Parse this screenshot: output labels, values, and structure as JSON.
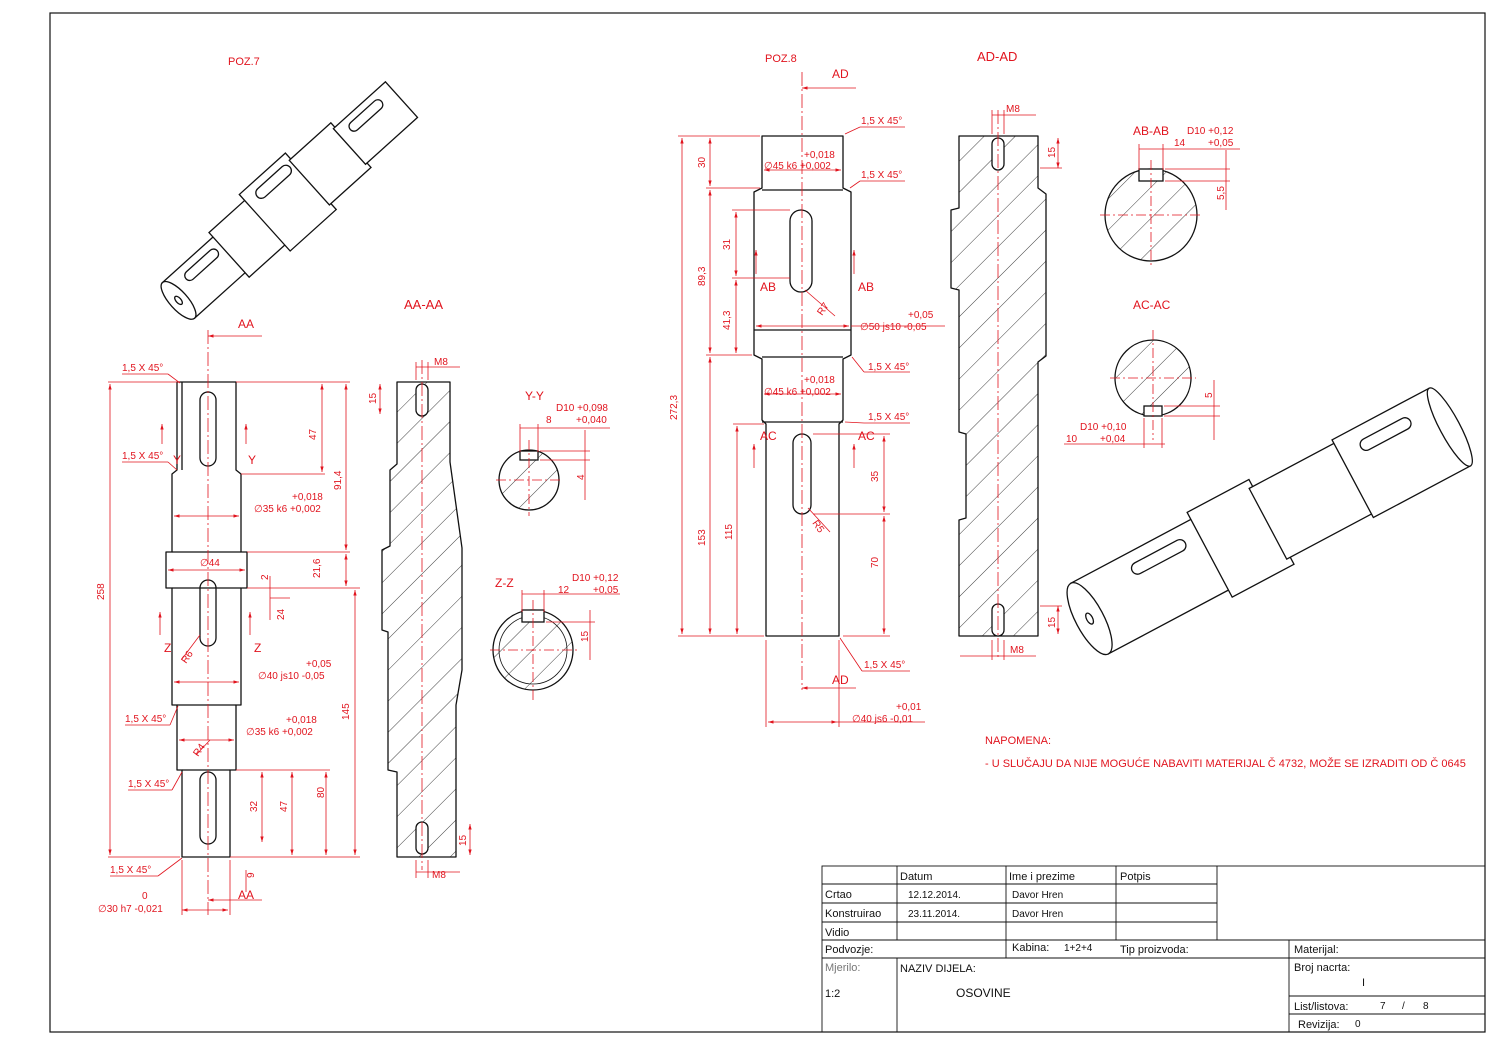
{
  "colors": {
    "outline": "#111111",
    "dimension": "#e1141e",
    "paper": "#ffffff"
  },
  "labels": {
    "poz7": "POZ.7",
    "poz8": "POZ.8",
    "aa_aa": "AA-AA",
    "ad_ad": "AD-AD",
    "ab_ab": "AB-AB",
    "ac_ac": "AC-AC",
    "y_y": "Y-Y",
    "z_z": "Z-Z",
    "aa": "AA",
    "ab": "AB",
    "ac": "AC",
    "ad": "AD",
    "y": "Y",
    "z": "Z"
  },
  "dims7": {
    "chamfer": "1,5 X 45°",
    "d47": "47",
    "d914": "91,4",
    "tol018": "+0,018",
    "d35k6": "∅35 k6 +0,002",
    "d44": "∅44",
    "d216": "21,6",
    "d2": "2",
    "d24": "24",
    "d258": "258",
    "r6": "R6",
    "tol05": "+0,05",
    "d40js10": "∅40 js10  -0,05",
    "d145": "145",
    "r4": "R4",
    "d32": "32",
    "d80": "80",
    "d9": "9",
    "zero": "0",
    "d30h7": "∅30 h7 -0,021"
  },
  "dimsAA": {
    "m8": "M8",
    "d15": "15"
  },
  "dimsYY": {
    "d10": "D10 +0,098",
    "tol040": "+0,040",
    "d8": "8",
    "d4": "4"
  },
  "dimsZZ": {
    "d10": "D10 +0,12",
    "tol05": "+0,05",
    "d12": "12",
    "d15": "15"
  },
  "dims8": {
    "chamfer": "1,5 X 45°",
    "d30": "30",
    "tol018": "+0,018",
    "d45k6": "∅45 k6 +0,002",
    "d31": "31",
    "d893": "89,3",
    "d413": "41,3",
    "r7": "R7",
    "tol05": "+0,05",
    "d50js10": "∅50 js10  -0,05",
    "d2723": "272,3",
    "d153": "153",
    "d115": "115",
    "d35": "35",
    "r5": "R5",
    "d70": "70",
    "tol01": "+0,01",
    "d40js6": "∅40 js6  -0,01"
  },
  "dimsAD": {
    "m8": "M8",
    "d15": "15"
  },
  "dimsAB": {
    "d10": "D10 +0,12",
    "tol05": "+0,05",
    "d14": "14",
    "d55": "5,5"
  },
  "dimsAC": {
    "d10": "D10 +0,10",
    "tol04": "+0,04",
    "d10b": "10",
    "d5": "5"
  },
  "note": {
    "heading": "NAPOMENA:",
    "text": "- U SLUČAJU DA NIJE MOGUĆE NABAVITI MATERIJAL Č 4732, MOŽE SE IZRADITI OD Č 0645"
  },
  "titleblock": {
    "col_datum": "Datum",
    "col_ime": "Ime i prezime",
    "col_potpis": "Potpis",
    "row_crtao": "Crtao",
    "row_konstruirao": "Konstruirao",
    "row_vidio": "Vidio",
    "date_crtao": "12.12.2014.",
    "date_konstruirao": "23.11.2014.",
    "name_crtao": "Davor Hren",
    "name_konstruirao": "Davor Hren",
    "podvozje": "Podvozje:",
    "kabina": "Kabina:",
    "kabina_value": "1+2+4",
    "tip_proizvoda": "Tip proizvoda:",
    "materijal": "Materijal:",
    "mjerilo": "Mjerilo:",
    "mjerilo_value": "1:2",
    "naziv": "NAZIV DIJELA:",
    "naziv_value": "OSOVINE",
    "broj_nacrta": "Broj nacrta:",
    "broj_value": "I",
    "list": "List/listova:",
    "list_value": "7",
    "list_sep": "/",
    "list_total": "8",
    "revizija": "Revizija:",
    "revizija_value": "0"
  }
}
